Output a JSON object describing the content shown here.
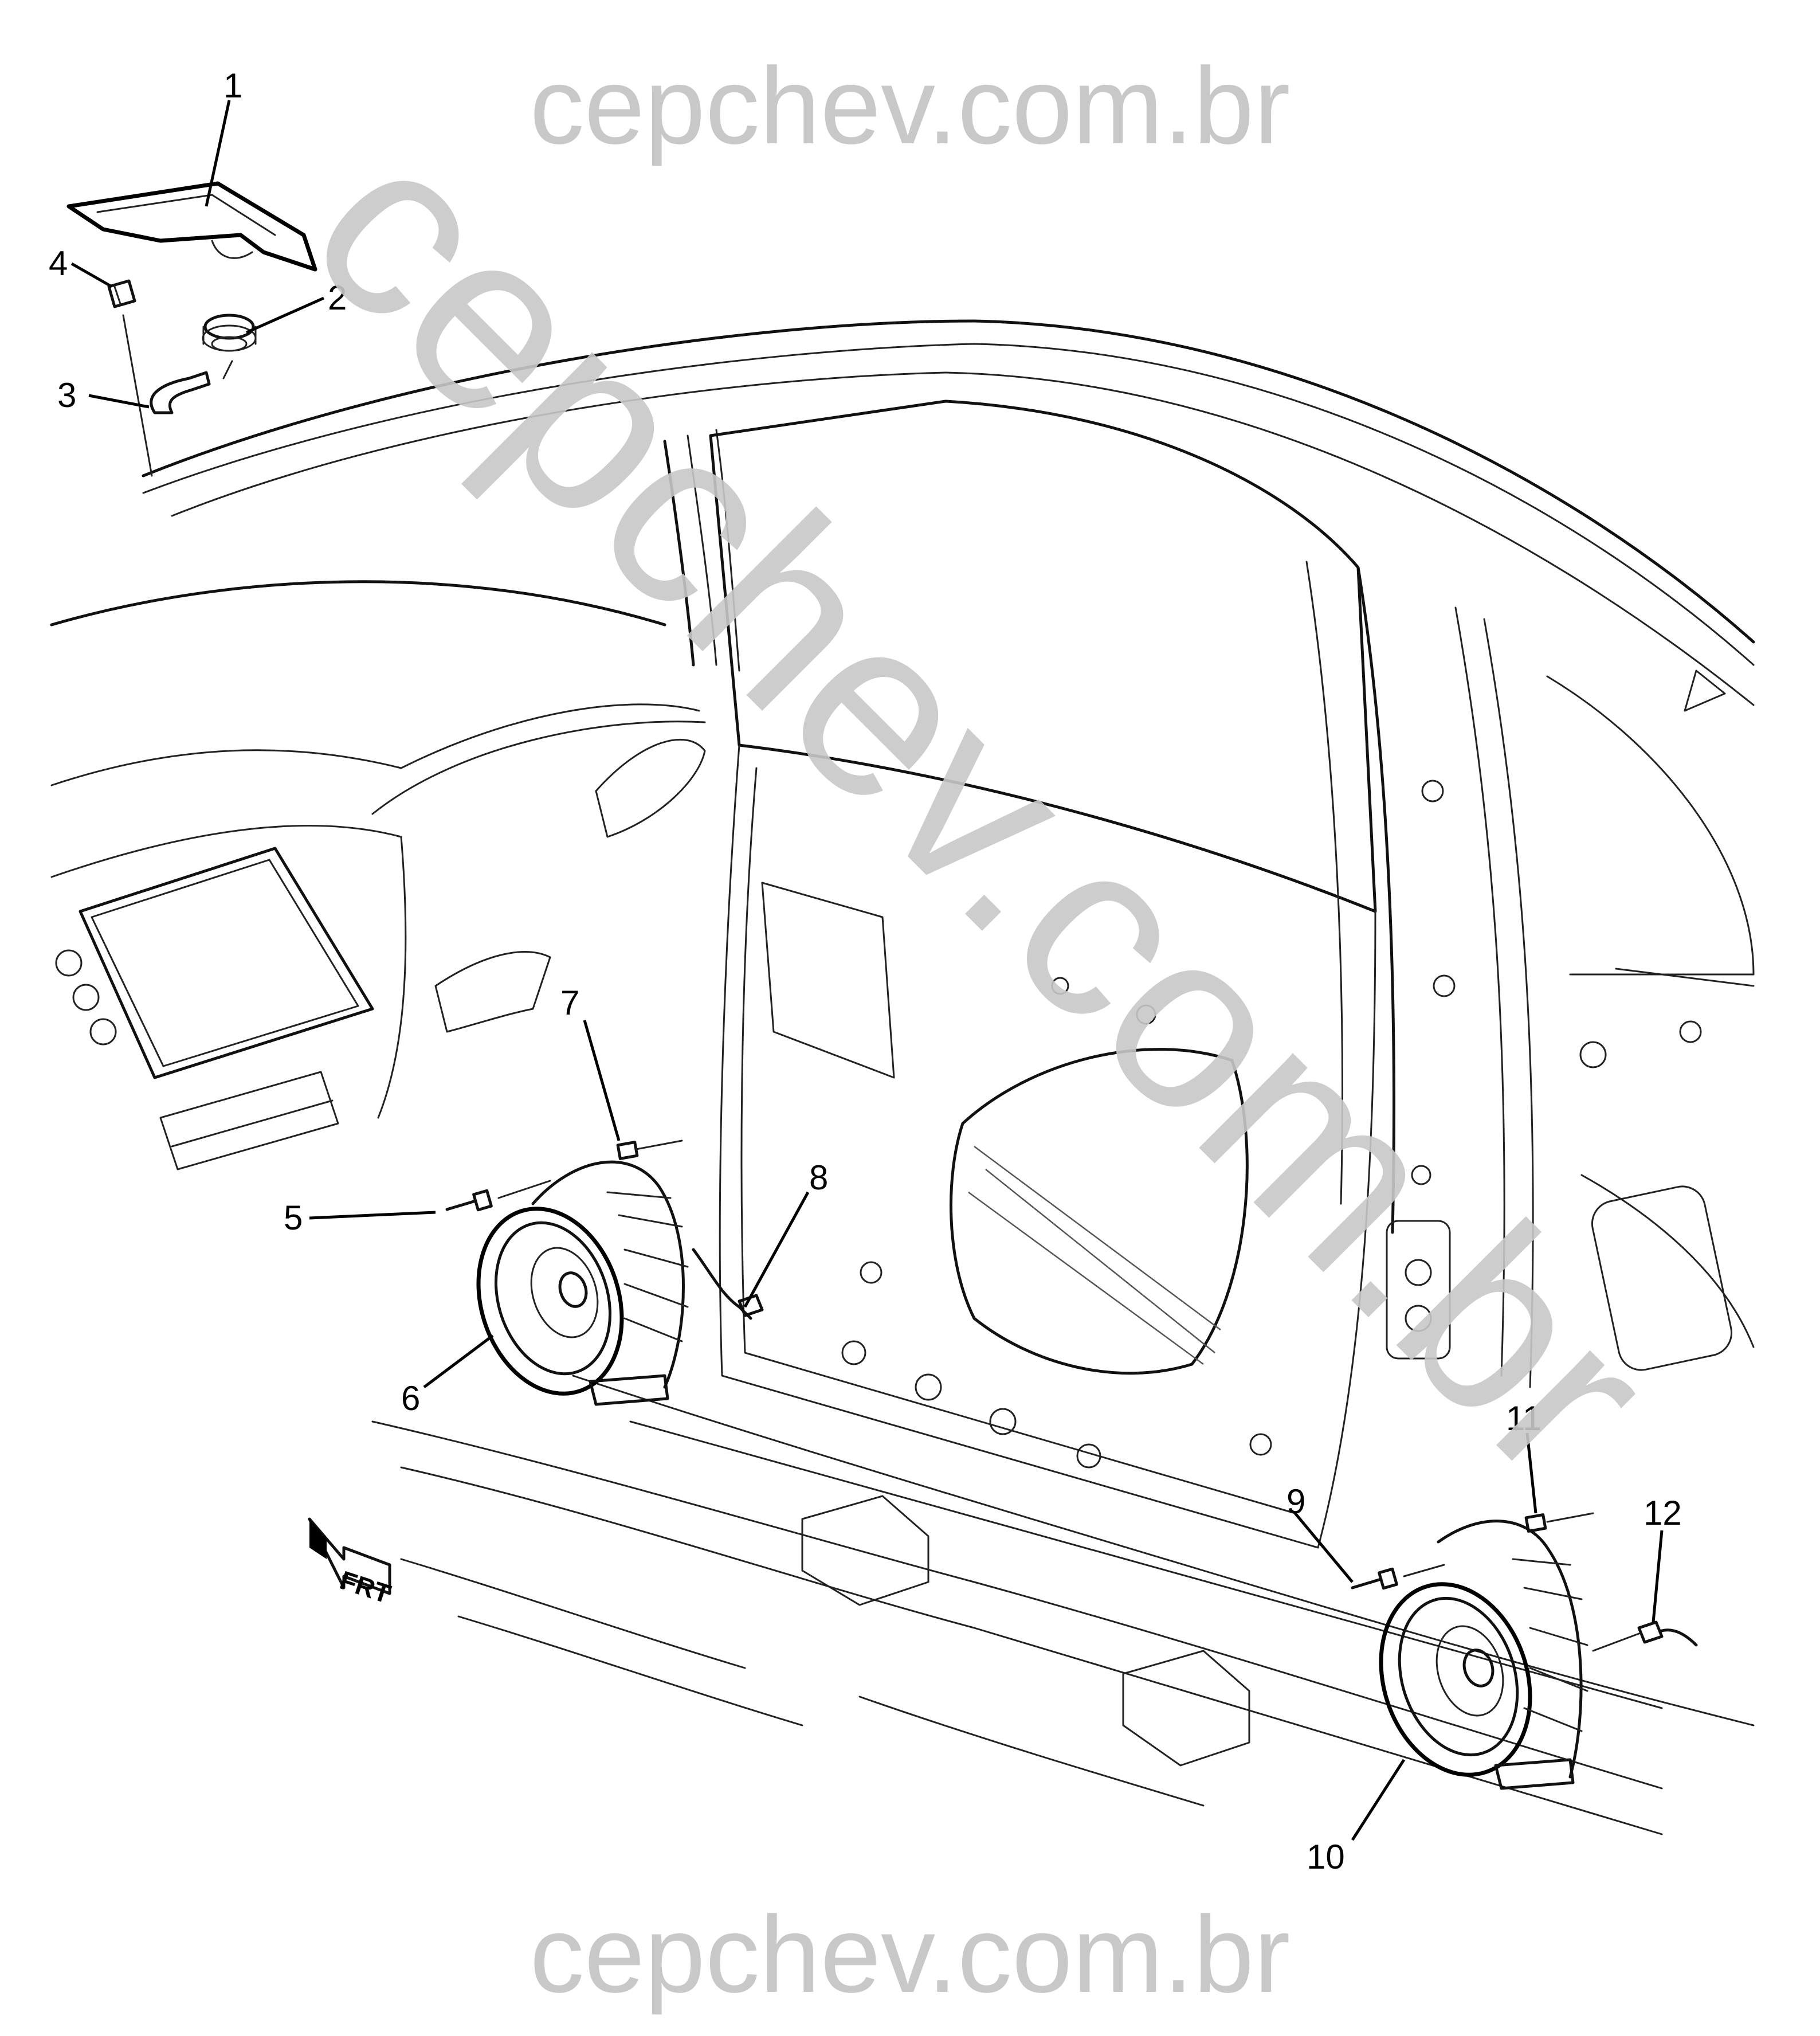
{
  "watermark": {
    "top": "cepchev.com.br",
    "bottom": "cepchev.com.br",
    "diagonal": "cepchev.com.br"
  },
  "callouts": {
    "c1": "1",
    "c2": "2",
    "c3": "3",
    "c4": "4",
    "c5": "5",
    "c6": "6",
    "c7": "7",
    "c8": "8",
    "c9": "9",
    "c10": "10",
    "c11": "11",
    "c12": "12"
  },
  "direction_label": "FRT"
}
